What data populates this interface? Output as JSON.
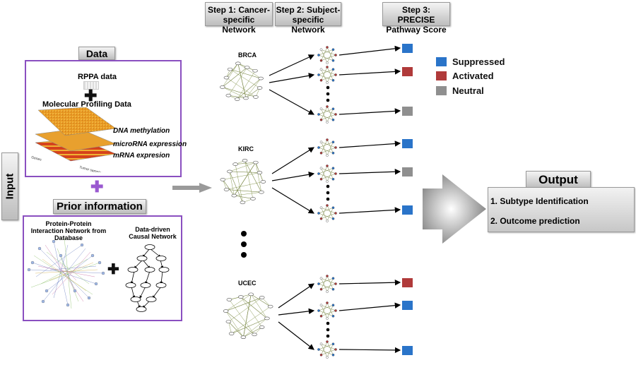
{
  "steps": [
    {
      "label": "Step 1: Cancer-specific Network"
    },
    {
      "label": "Step 2: Subject-specific Network"
    },
    {
      "label": "Step 3: PRECISE Pathway Score"
    }
  ],
  "input_label": "Input",
  "data_panel": {
    "title": "Data",
    "rppa": "RPPA data",
    "molecular": "Molecular Profiling Data",
    "layers": [
      "DNA methylation",
      "microRNA expression",
      "mRNA expresion"
    ]
  },
  "prior_panel": {
    "title": "Prior information",
    "ppi": "Protein-Protein Interaction Network from Database",
    "causal": "Data-driven Causal Network"
  },
  "datasets": [
    {
      "name": "BRCA",
      "scores": [
        "suppressed",
        "activated",
        "neutral"
      ]
    },
    {
      "name": "KIRC",
      "scores": [
        "suppressed",
        "neutral",
        "suppressed"
      ]
    },
    {
      "name": "UCEC",
      "scores": [
        "activated",
        "suppressed",
        "suppressed"
      ]
    }
  ],
  "legend": [
    {
      "key": "suppressed",
      "label": "Suppressed",
      "color": "#2a74c9"
    },
    {
      "key": "activated",
      "label": "Activated",
      "color": "#b03a3a"
    },
    {
      "key": "neutral",
      "label": "Neutral",
      "color": "#8f8f8f"
    }
  ],
  "output": {
    "title": "Output",
    "items": [
      "1. Subtype Identification",
      "2. Outcome prediction"
    ]
  }
}
